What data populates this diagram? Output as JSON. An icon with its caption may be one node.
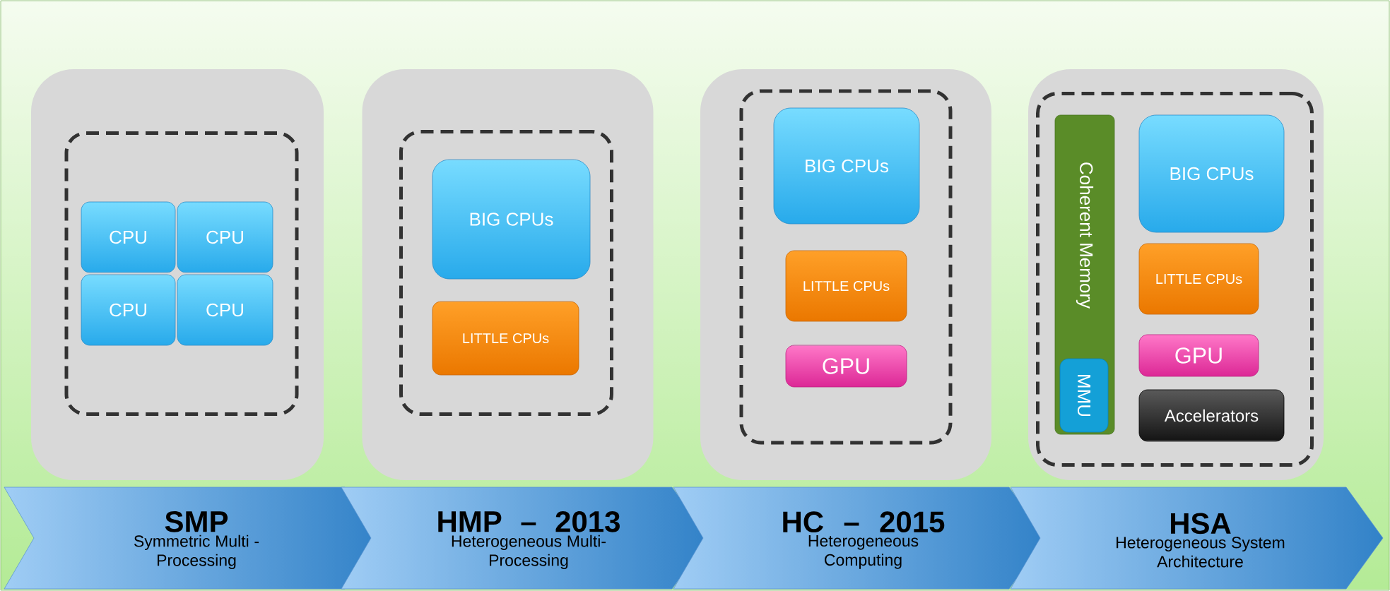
{
  "diagram": {
    "nodes": [
      {
        "text": [],
        "shape": "box"
      },
      {
        "text": [],
        "shape": "box",
        "in": 0
      },
      {
        "text": [
          "CPU"
        ],
        "in": 1
      },
      {
        "text": [
          "CPU"
        ],
        "in": 1
      },
      {
        "text": [
          "CPU"
        ],
        "in": 1
      },
      {
        "text": [
          "CPU"
        ],
        "in": 1
      },
      {
        "text": [],
        "shape": "box"
      },
      {
        "text": [],
        "shape": "box",
        "in": 6
      },
      {
        "text": [
          "BIG CPUs"
        ],
        "in": 7
      },
      {
        "text": [
          "LITTLE CPUs"
        ],
        "in": 7
      },
      {
        "text": [],
        "shape": "box"
      },
      {
        "text": [],
        "shape": "box",
        "in": 10
      },
      {
        "text": [
          "BIG CPUs"
        ],
        "in": 11
      },
      {
        "text": [
          "LITTLE CPUs"
        ],
        "in": 11
      },
      {
        "text": [
          "GPU"
        ],
        "in": 11
      },
      {
        "text": [],
        "shape": "box"
      },
      {
        "text": [],
        "shape": "box",
        "in": 15
      },
      {
        "text": [
          "Coherent Memory"
        ],
        "in": 16
      },
      {
        "text": [
          "MMU"
        ],
        "in": 17
      },
      {
        "text": [
          "BIG CPUs"
        ],
        "in": 16
      },
      {
        "text": [
          "LITTLE CPUs"
        ],
        "in": 16
      },
      {
        "text": [
          "GPU"
        ],
        "in": 16
      },
      {
        "text": [
          "Accelerators"
        ],
        "in": 16
      },
      {
        "text": [
          "SMP",
          "Symmetric Multi - Processing"
        ]
      },
      {
        "text": [
          "HMP – 2013",
          "Heterogeneous Multi- Processing"
        ]
      },
      {
        "text": [
          "HC – 2015",
          "Heterogeneous Computing"
        ]
      },
      {
        "text": [
          "HSA",
          "Heterogeneous System Architecture"
        ]
      }
    ]
  }
}
